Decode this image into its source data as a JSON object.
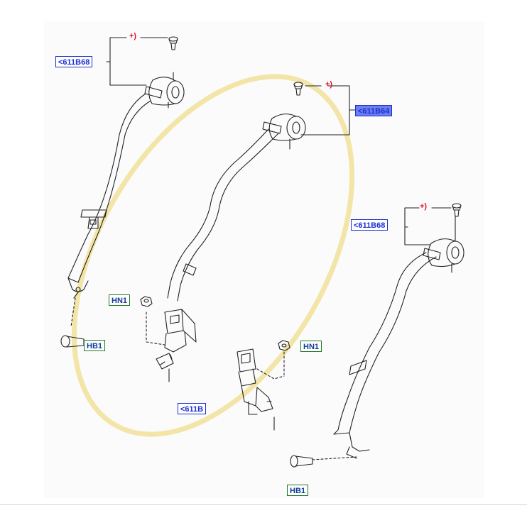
{
  "diagram": {
    "callouts": {
      "ref_611b68_top": "<611B68",
      "ref_611b64": "<611B64",
      "ref_611b68_right": "<611B68",
      "ref_hn1_left": "HN1",
      "ref_hn1_center": "HN1",
      "ref_hb1_left": "HB1",
      "ref_hb1_bottom": "HB1",
      "ref_611b_bottom": "<611B"
    },
    "plus_marks": [
      "+)",
      "+)",
      "+)"
    ],
    "highlight_color": "#f3e5a8",
    "selected_callout": "<611B64"
  }
}
